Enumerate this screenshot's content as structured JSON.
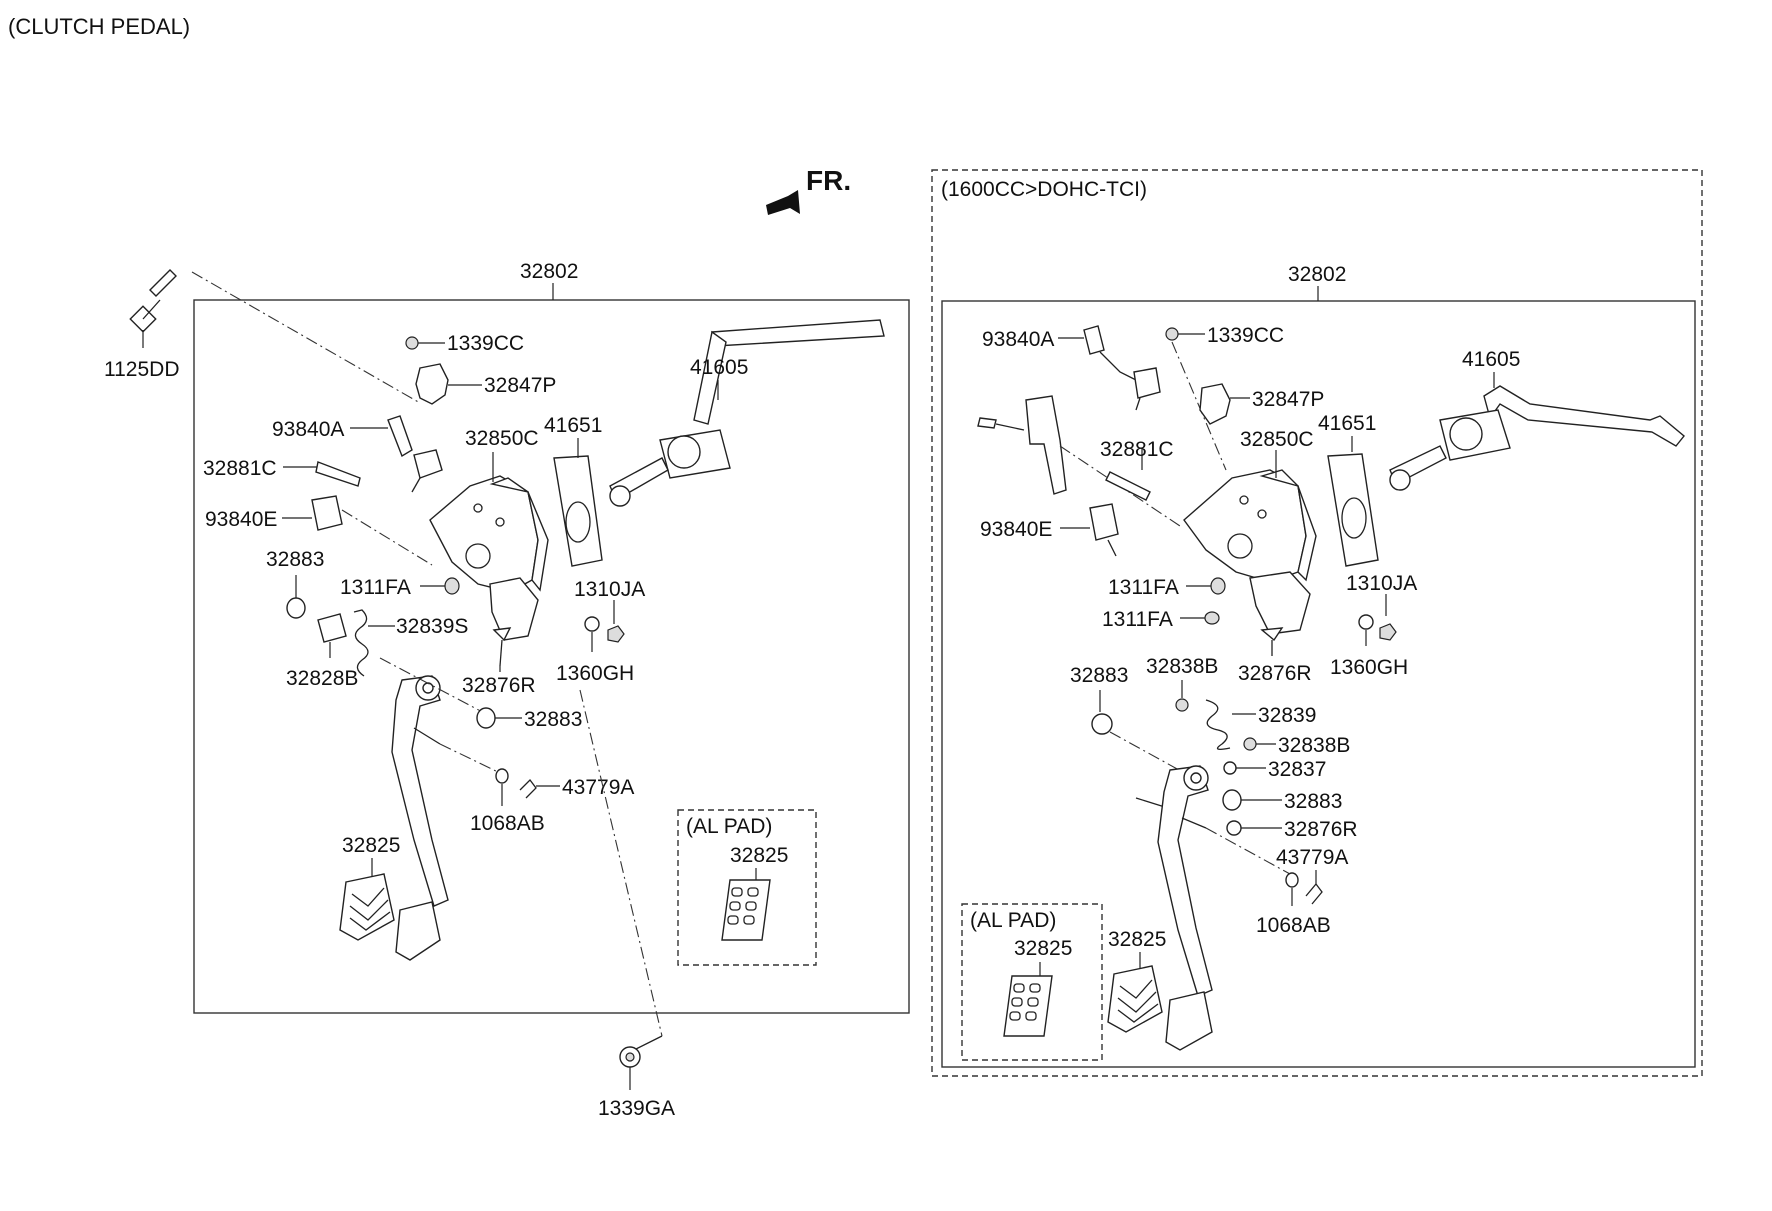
{
  "header": {
    "title": "(CLUTCH PEDAL)"
  },
  "direction": {
    "label": "FR."
  },
  "left_panel": {
    "assembly": "32802",
    "parts": {
      "p1125DD": "1125DD",
      "p1339CC": "1339CC",
      "p32847P": "32847P",
      "p93840A": "93840A",
      "p32850C": "32850C",
      "p41651": "41651",
      "p41605": "41605",
      "p32881C": "32881C",
      "p93840E": "93840E",
      "p32883a": "32883",
      "p1311FA": "1311FA",
      "p1310JA": "1310JA",
      "p32839S": "32839S",
      "p32828B": "32828B",
      "p1360GH": "1360GH",
      "p32876R": "32876R",
      "p32883b": "32883",
      "p43779A": "43779A",
      "p1068AB": "1068AB",
      "p32825": "32825",
      "p1339GA": "1339GA"
    },
    "al_pad": {
      "label": "(AL PAD)",
      "part": "32825"
    }
  },
  "right_panel": {
    "variant": "(1600CC>DOHC-TCI)",
    "assembly": "32802",
    "parts": {
      "p93840A": "93840A",
      "p1339CC": "1339CC",
      "p32847P": "32847P",
      "p41605": "41605",
      "p32881C": "32881C",
      "p32850C": "32850C",
      "p41651": "41651",
      "p93840E": "93840E",
      "p1311FAa": "1311FA",
      "p1311FAb": "1311FA",
      "p1310JA": "1310JA",
      "p32876Ra": "32876R",
      "p1360GH": "1360GH",
      "p32883a": "32883",
      "p32838Ba": "32838B",
      "p32839": "32839",
      "p32838Bb": "32838B",
      "p32837": "32837",
      "p32883b": "32883",
      "p32876Rb": "32876R",
      "p43779A": "43779A",
      "p1068AB": "1068AB",
      "p32825": "32825"
    },
    "al_pad": {
      "label": "(AL PAD)",
      "part": "32825"
    }
  }
}
